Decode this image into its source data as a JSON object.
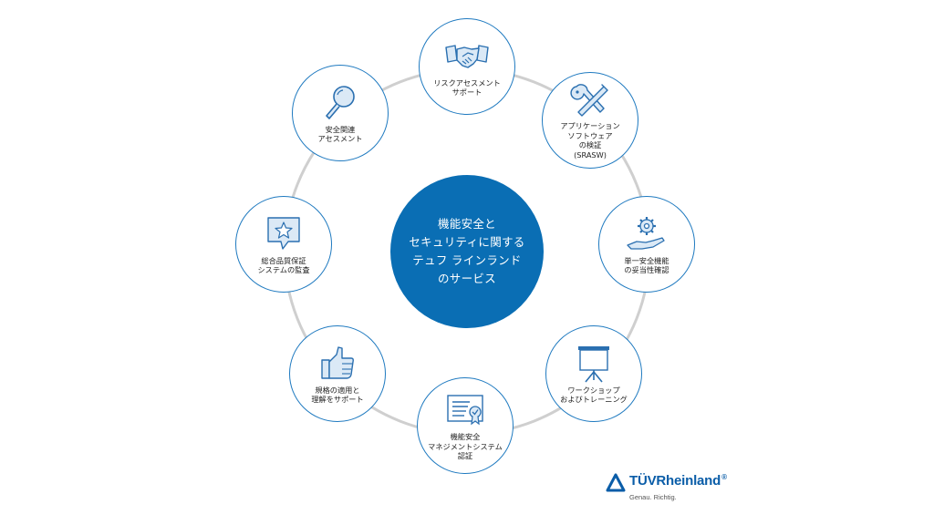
{
  "center": {
    "lines": [
      "機能安全と",
      "セキュリティに関する",
      "テュフ ラインランド",
      "のサービス"
    ]
  },
  "nodes": [
    {
      "id": "risk",
      "icon": "handshake-icon",
      "label": "リスクアセスメント\nサポート"
    },
    {
      "id": "srasw",
      "icon": "wrench-screwdriver-icon",
      "label": "アプリケーション\nソフトウェア\nの検証\n(SRASW)"
    },
    {
      "id": "single-safety",
      "icon": "gear-hand-icon",
      "label": "単一安全機能\nの妥当性確認"
    },
    {
      "id": "workshop",
      "icon": "projector-screen-icon",
      "label": "ワークショップ\nおよびトレーニング"
    },
    {
      "id": "fsm",
      "icon": "certificate-icon",
      "label": "機能安全\nマネジメントシステム\n認証"
    },
    {
      "id": "standards",
      "icon": "thumbs-up-icon",
      "label": "規格の適用と\n理解をサポート"
    },
    {
      "id": "qms",
      "icon": "speech-bubble-star-icon",
      "label": "総合品質保証\nシステムの監査"
    },
    {
      "id": "assessment",
      "icon": "magnifier-icon",
      "label": "安全関連\nアセスメント"
    }
  ],
  "logo": {
    "brand": "TÜVRheinland",
    "registered": "®",
    "tagline": "Genau. Richtig."
  },
  "colors": {
    "accent": "#0a6eb4",
    "node_border": "#1f7ac0",
    "ring": "#cfcfcf",
    "icon_stroke": "#2a6fb0",
    "icon_fill": "#dbe9f6"
  }
}
